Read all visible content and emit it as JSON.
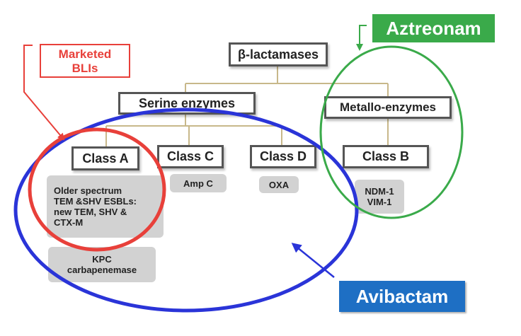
{
  "diagram": {
    "root": "β-lactamases",
    "serine": "Serine enzymes",
    "metallo": "Metallo-enzymes",
    "class_a": "Class A",
    "class_c": "Class C",
    "class_d": "Class D",
    "class_b": "Class B",
    "class_a_items": [
      [
        "Older spectrum",
        "TEM &SHV ESBLs:",
        "new TEM, SHV &",
        "CTX-M"
      ],
      [
        "KPC",
        "carbapenemase"
      ]
    ],
    "class_c_item": "Amp C",
    "class_d_item": "OXA",
    "class_b_items": [
      "NDM-1",
      "VIM-1"
    ]
  },
  "labels": {
    "marketed_blis": [
      "Marketed",
      "BLIs"
    ],
    "aztreonam": "Aztreonam",
    "avibactam": "Avibactam"
  },
  "colors": {
    "red": "#e8403a",
    "green": "#3aaa4a",
    "blue": "#1e6fc4",
    "connector": "#c8b88a"
  }
}
